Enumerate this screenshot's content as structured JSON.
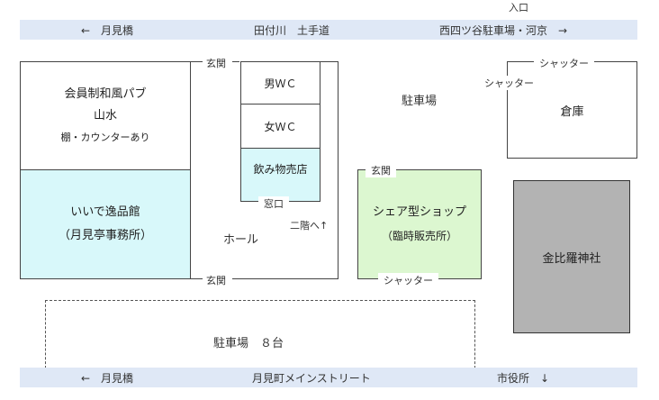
{
  "entrance_top": "入口",
  "top_road": {
    "left": "←　月見橋",
    "center": "田付川　土手道",
    "right": "西四ツ谷駐車場・河京　→"
  },
  "bottom_road": {
    "left": "←　月見橋",
    "center": "月見町メインストリート",
    "right": "市役所　↓"
  },
  "pub": {
    "line1": "会員制和風パブ",
    "line2": "山水",
    "line3": "棚・カウンターあり"
  },
  "iide": {
    "line1": "いいで逸品館",
    "line2": "（月見亭事務所）"
  },
  "genkan": "玄関",
  "men_wc": "男ＷＣ",
  "women_wc": "女ＷＣ",
  "drink_shop": "飲み物売店",
  "window": "窓口",
  "upstairs": "二階へ↑",
  "hall": "ホール",
  "parking_top": "駐車場",
  "shutter": "シャッター",
  "share_shop": {
    "line1": "シェア型ショップ",
    "line2": "（臨時販売所）"
  },
  "warehouse": "倉庫",
  "shrine": "金比羅神社",
  "parking_bottom": "駐車場　８台",
  "colors": {
    "road": "#dfe8f6",
    "cyan": "#d8f8fa",
    "green": "#dcf7d0",
    "gray": "#b3b3b3"
  }
}
